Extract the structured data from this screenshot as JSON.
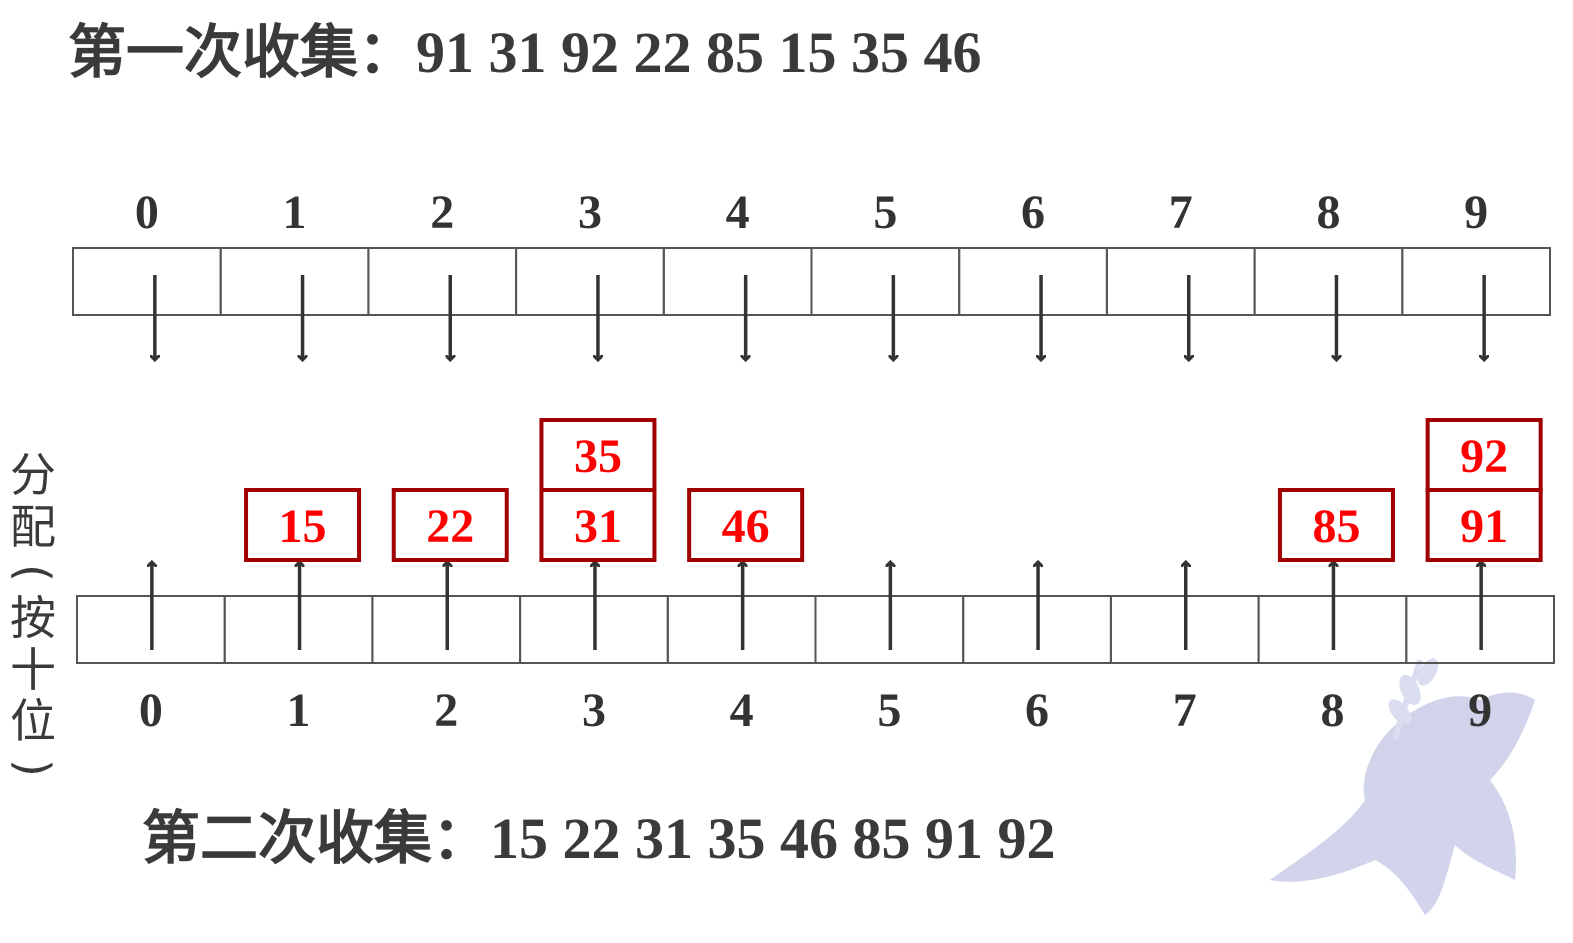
{
  "first_collection": {
    "label": "第一次收集：",
    "values": "91 31 92 22 85 15 35 46"
  },
  "second_collection": {
    "label": "第二次收集：",
    "values": "15 22 31 35 46 85 91 92"
  },
  "side_label": {
    "chars": [
      "分",
      "配",
      "(",
      "按",
      "十",
      "位",
      ")"
    ]
  },
  "top_digits": [
    "0",
    "1",
    "2",
    "3",
    "4",
    "5",
    "6",
    "7",
    "8",
    "9"
  ],
  "bottom_digits": [
    "0",
    "1",
    "2",
    "3",
    "4",
    "5",
    "6",
    "7",
    "8",
    "9"
  ],
  "buckets": [
    {
      "digit": "0",
      "items": []
    },
    {
      "digit": "1",
      "items": [
        "15"
      ]
    },
    {
      "digit": "2",
      "items": [
        "22"
      ]
    },
    {
      "digit": "3",
      "items": [
        "31",
        "35"
      ]
    },
    {
      "digit": "4",
      "items": [
        "46"
      ]
    },
    {
      "digit": "5",
      "items": []
    },
    {
      "digit": "6",
      "items": []
    },
    {
      "digit": "7",
      "items": []
    },
    {
      "digit": "8",
      "items": [
        "85"
      ]
    },
    {
      "digit": "9",
      "items": [
        "91",
        "92"
      ]
    }
  ],
  "colors": {
    "text": "#333333",
    "item_text": "#ff0000",
    "item_border": "#a00000",
    "arrow": "#333333",
    "watermark": "#c9cce8"
  },
  "watermark_icon": "dove-with-olive-branch-icon"
}
